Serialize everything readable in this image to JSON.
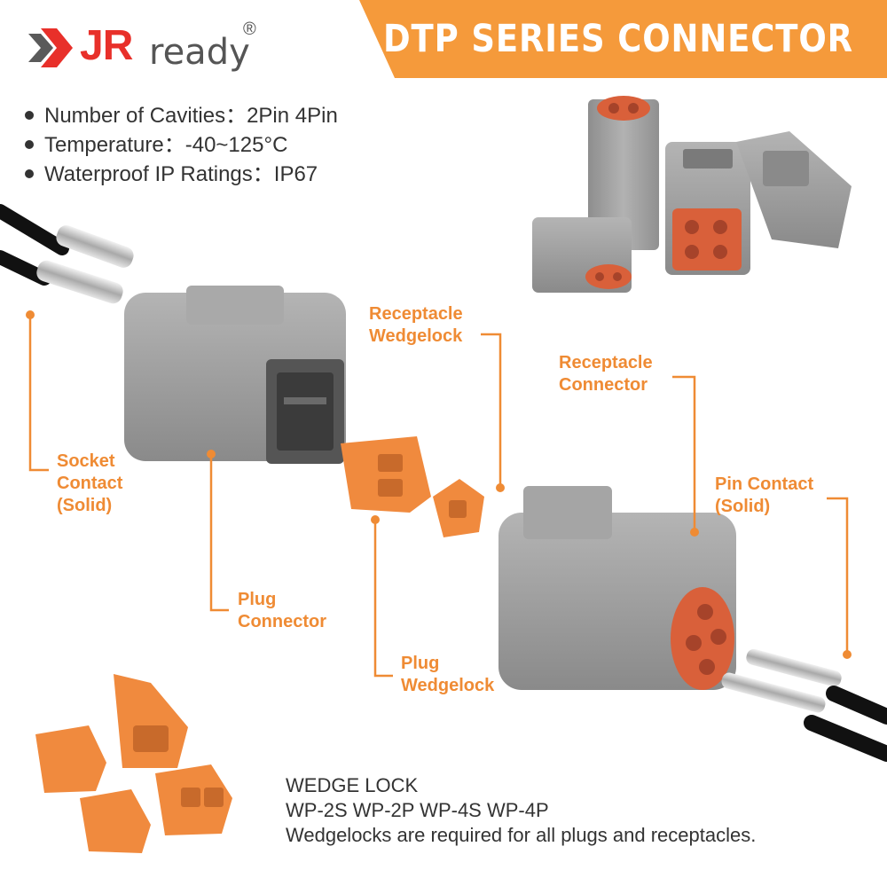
{
  "banner": {
    "title": "DTP SERIES CONNECTOR"
  },
  "brand": {
    "name_jr": "JR",
    "name_ready": "ready",
    "registered": "®"
  },
  "specs": [
    "Number of Cavities：2Pin 4Pin",
    "Temperature：-40~125°C",
    "Waterproof IP Ratings：IP67"
  ],
  "callouts": {
    "receptacle_wedgelock": [
      "Receptacle",
      "Wedgelock"
    ],
    "receptacle_connector": [
      "Receptacle",
      "Connector"
    ],
    "socket_contact": [
      "Socket",
      "Contact",
      "(Solid)"
    ],
    "pin_contact": [
      "Pin Contact",
      "(Solid)"
    ],
    "plug_connector": [
      "Plug",
      "Connector"
    ],
    "plug_wedgelock": [
      "Plug",
      "Wedgelock"
    ]
  },
  "wedge_info": {
    "title": "WEDGE LOCK",
    "models": "WP-2S WP-2P WP-4S WP-4P",
    "note": "Wedgelocks are required for all plugs and receptacles."
  },
  "colors": {
    "accent_orange": "#ef8b34",
    "brand_red": "#e8302a",
    "connector_gray": "#9b9b9b",
    "wedge_orange": "#f08a3e",
    "seal_orange": "#d9603a"
  }
}
